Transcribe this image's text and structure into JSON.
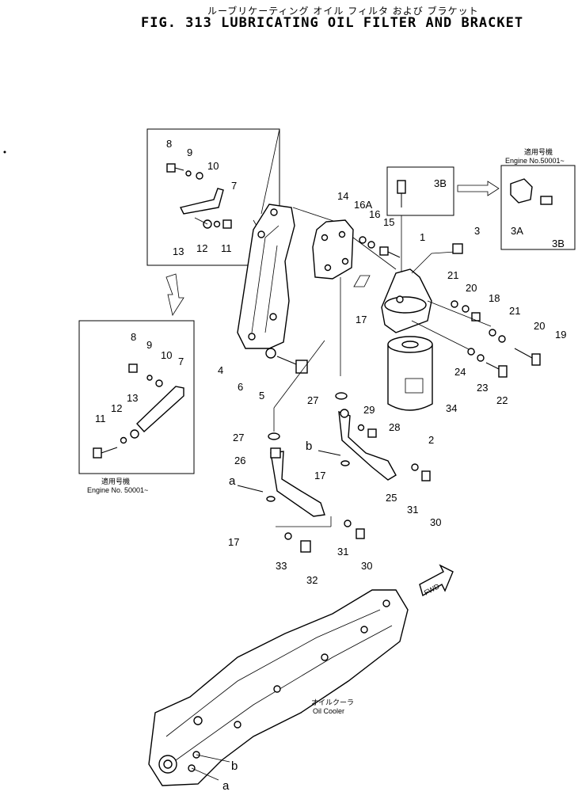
{
  "title": {
    "japanese": "ルーブリケーティング オイル フィルタ および ブラケット",
    "english": "FIG. 313  LUBRICATING OIL FILTER AND BRACKET"
  },
  "notes": {
    "top_right_jp": "適用号機",
    "top_right_en": "Engine No.50001~",
    "left_jp": "適用号機",
    "left_en": "Engine No. 50001~",
    "cooler_jp": "オイルクーラ",
    "cooler_en": "Oil Cooler",
    "fwd": "FWD"
  },
  "callouts": {
    "c8a": "8",
    "c9a": "9",
    "c10a": "10",
    "c7a": "7",
    "c13a": "13",
    "c12a": "12",
    "c11a": "11",
    "c8b": "8",
    "c9b": "9",
    "c10b": "10",
    "c7b": "7",
    "c13b": "13",
    "c12b": "12",
    "c11b": "11",
    "c14": "14",
    "c16A": "16A",
    "c16": "16",
    "c15": "15",
    "c3B": "3B",
    "c1": "1",
    "c3": "3",
    "c3A": "3A",
    "c3Bb": "3B",
    "c21a": "21",
    "c20a": "20",
    "c18": "18",
    "c21b": "21",
    "c20b": "20",
    "c19": "19",
    "c17a": "17",
    "c4": "4",
    "c6": "6",
    "c5": "5",
    "c24": "24",
    "c23": "23",
    "c22": "22",
    "c34": "34",
    "c2": "2",
    "c27a": "27",
    "c27b": "27",
    "c29": "29",
    "c28": "28",
    "c26": "26",
    "cb1": "b",
    "c17b": "17",
    "c25": "25",
    "ca1": "a",
    "c17c": "17",
    "c31a": "31",
    "c30a": "30",
    "c33": "33",
    "c31b": "31",
    "c30b": "30",
    "c32": "32",
    "cb2": "b",
    "ca2": "a"
  }
}
